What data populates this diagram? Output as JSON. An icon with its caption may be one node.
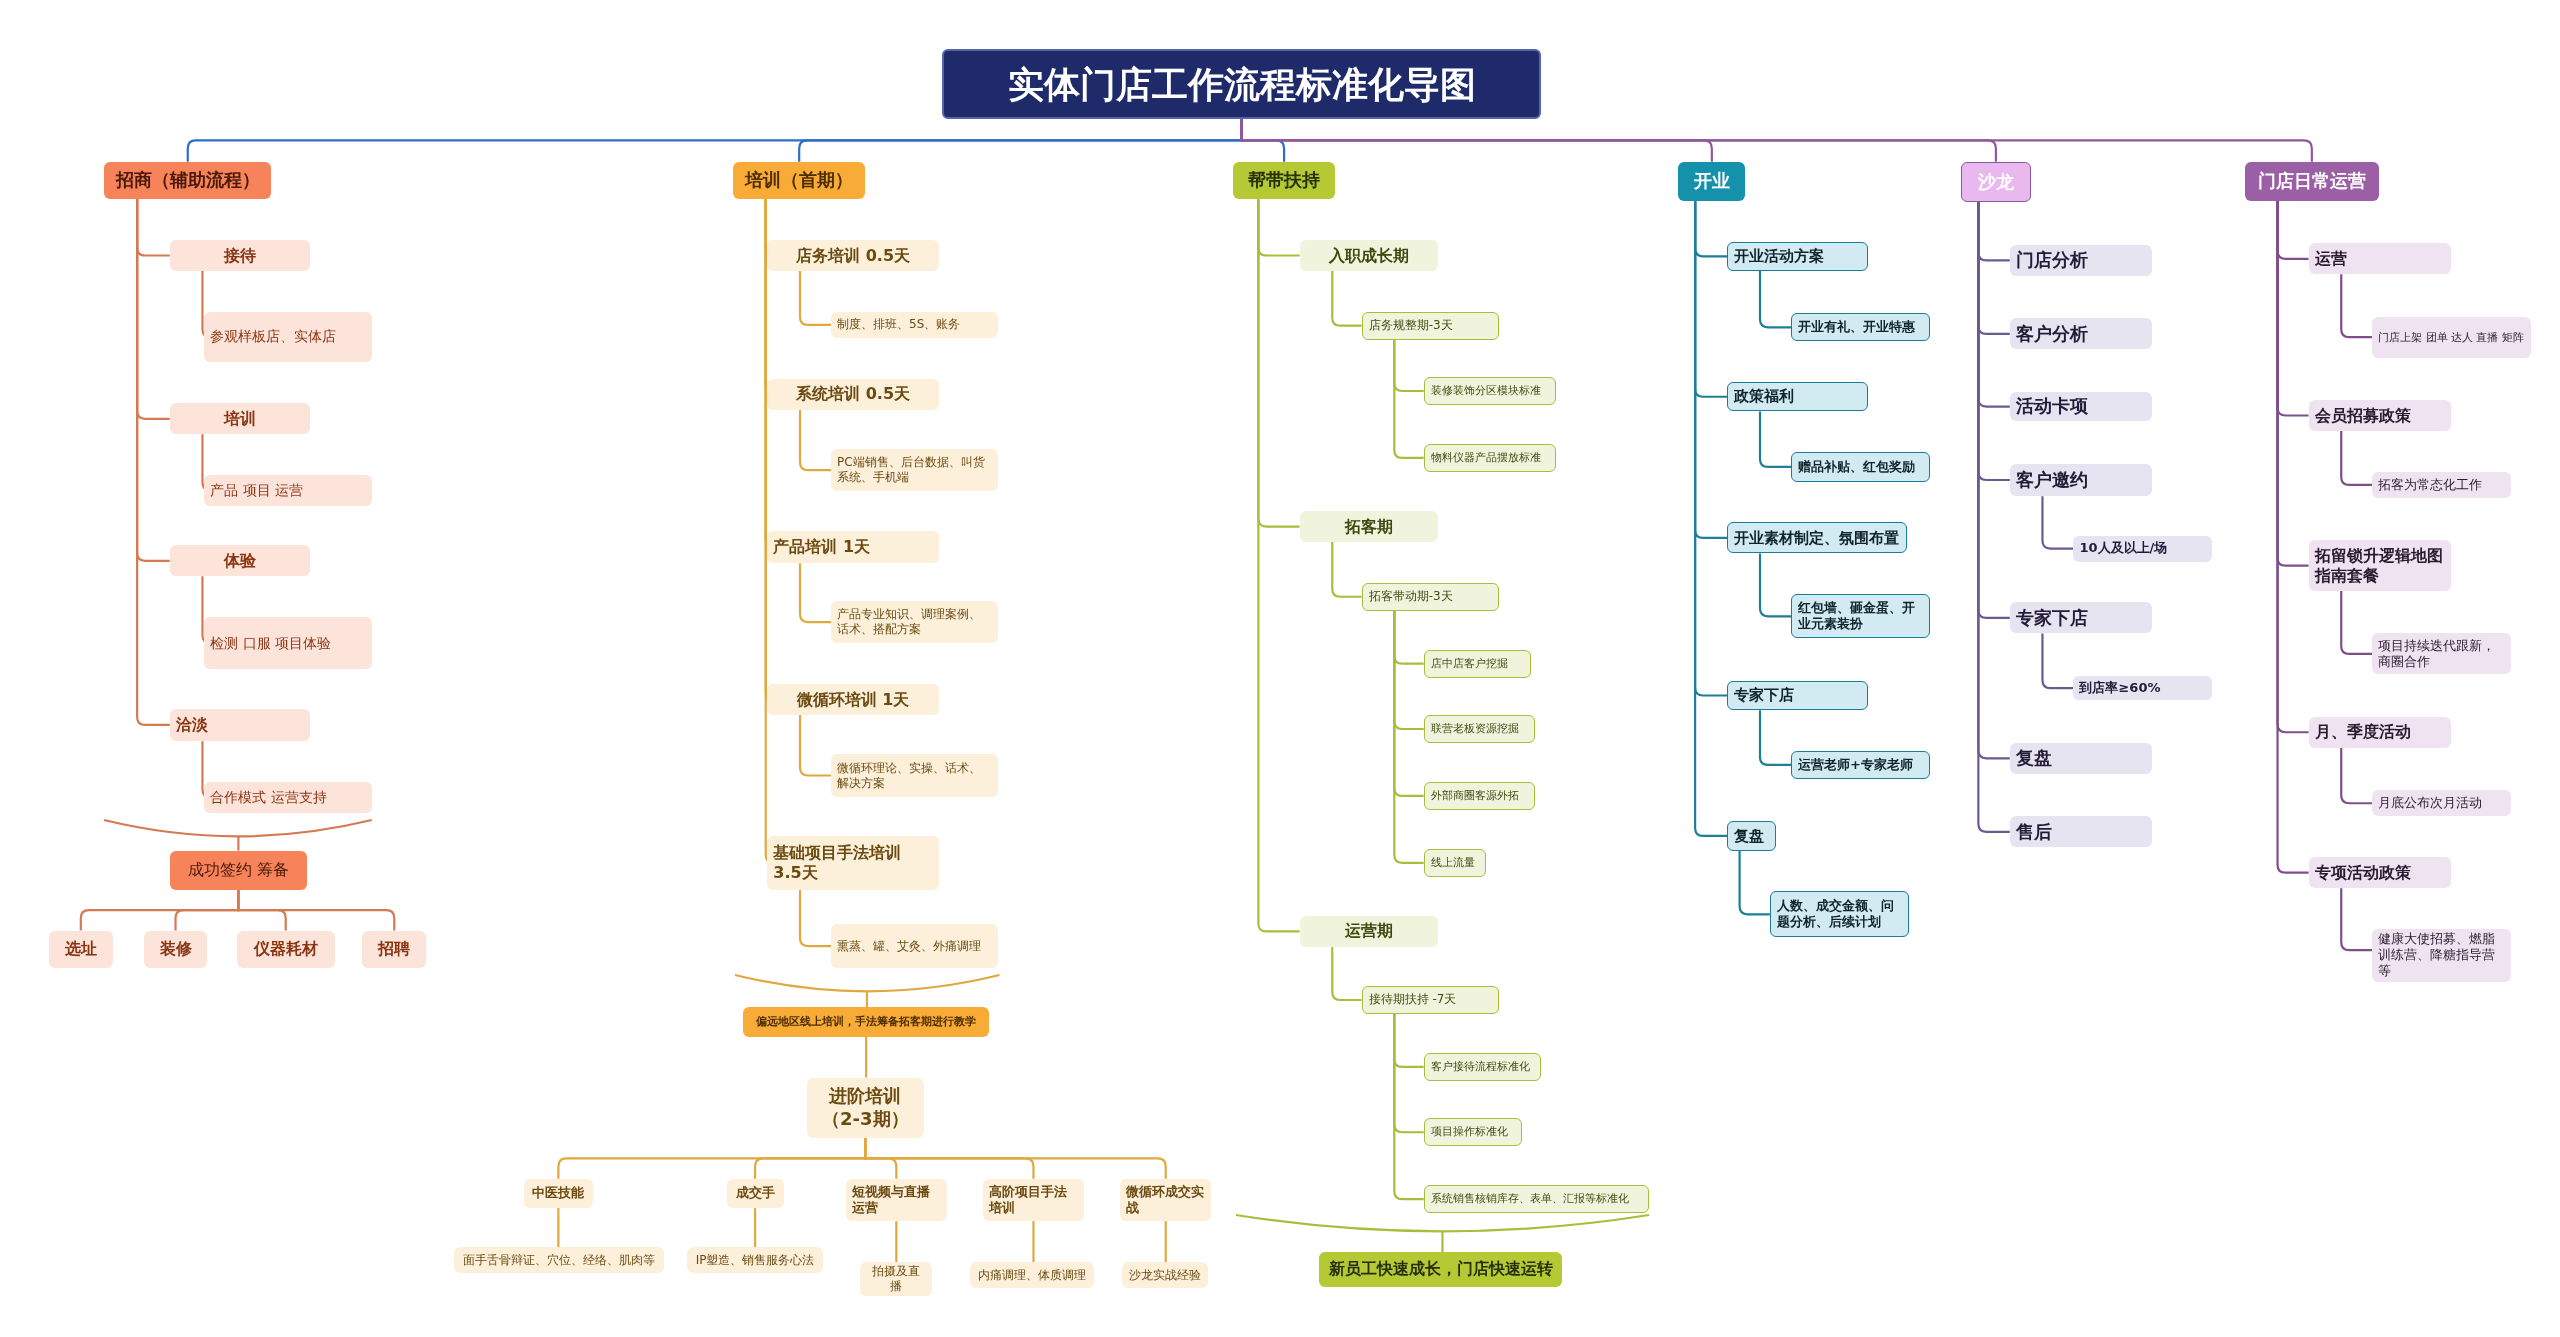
{
  "diagram": {
    "nodes": [
      {
        "text": [
          "实体门店工作流程标准化导图"
        ]
      },
      {
        "text": [
          "招商（辅助流程）"
        ]
      },
      {
        "text": [
          "接待"
        ]
      },
      {
        "text": [
          "参观样板店、实体店"
        ]
      },
      {
        "text": [
          "培训"
        ]
      },
      {
        "text": [
          "产品 项目 运营"
        ]
      },
      {
        "text": [
          "体验"
        ]
      },
      {
        "text": [
          "检测 口服 项目体验"
        ]
      },
      {
        "text": [
          "洽淡"
        ]
      },
      {
        "text": [
          "合作模式 运营支持"
        ]
      },
      {
        "text": [],
        "shape": "brace"
      },
      {
        "text": [
          "成功签约 筹备"
        ]
      },
      {
        "text": [
          "选址"
        ]
      },
      {
        "text": [
          "装修"
        ]
      },
      {
        "text": [
          "仪器耗材"
        ]
      },
      {
        "text": [
          "招聘"
        ]
      },
      {
        "text": [
          "培训（首期）"
        ]
      },
      {
        "text": [
          "店务培训 0.5天"
        ]
      },
      {
        "text": [
          "制度、排班、5S、账务"
        ]
      },
      {
        "text": [
          "系统培训 0.5天"
        ]
      },
      {
        "text": [
          "PC端销售、后台数据、叫货系统、手机端"
        ]
      },
      {
        "text": [
          "产品培训 1天"
        ]
      },
      {
        "text": [
          "产品专业知识、调理案例、话术、搭配方案"
        ]
      },
      {
        "text": [
          "微循环培训 1天"
        ]
      },
      {
        "text": [
          "微循环理论、实操、话术、解决方案"
        ]
      },
      {
        "text": [
          "基础项目手法培训 3.5天"
        ]
      },
      {
        "text": [
          "熏蒸、罐、艾灸、外痛调理"
        ]
      },
      {
        "text": [],
        "shape": "brace"
      },
      {
        "text": [
          "偏远地区线上培训，手法筹备拓客期进行教学"
        ]
      },
      {
        "text": [
          "进阶培训（2-3期）"
        ]
      },
      {
        "text": [
          "中医技能"
        ]
      },
      {
        "text": [
          "面手舌骨辩证、穴位、经络、肌肉等"
        ]
      },
      {
        "text": [
          "成交手"
        ]
      },
      {
        "text": [
          "IP塑造、销售服务心法"
        ]
      },
      {
        "text": [
          "短视频与直播运营"
        ]
      },
      {
        "text": [
          "拍摄及直播"
        ]
      },
      {
        "text": [
          "高阶项目手法培训"
        ]
      },
      {
        "text": [
          "内痛调理、体质调理"
        ]
      },
      {
        "text": [
          "微循环成交实战"
        ]
      },
      {
        "text": [
          "沙龙实战经验"
        ]
      },
      {
        "text": [
          "帮带扶持"
        ]
      },
      {
        "text": [
          "入职成长期"
        ]
      },
      {
        "text": [
          "店务规整期-3天"
        ]
      },
      {
        "text": [
          "装修装饰分区模块标准"
        ]
      },
      {
        "text": [
          "物料仪器产品摆放标准"
        ]
      },
      {
        "text": [
          "拓客期"
        ]
      },
      {
        "text": [
          "拓客带动期-3天"
        ]
      },
      {
        "text": [
          "店中店客户挖掘"
        ]
      },
      {
        "text": [
          "联营老板资源挖掘"
        ]
      },
      {
        "text": [
          "外部商圈客源外拓"
        ]
      },
      {
        "text": [
          "线上流量"
        ]
      },
      {
        "text": [
          "运营期"
        ]
      },
      {
        "text": [
          "接待期扶持 -7天"
        ]
      },
      {
        "text": [
          "客户接待流程标准化"
        ]
      },
      {
        "text": [
          "项目操作标准化"
        ]
      },
      {
        "text": [
          "系统销售核销库存、表单、汇报等标准化"
        ]
      },
      {
        "text": [],
        "shape": "brace"
      },
      {
        "text": [
          "新员工快速成长，门店快速运转"
        ]
      },
      {
        "text": [
          "开业"
        ]
      },
      {
        "text": [
          "开业活动方案"
        ]
      },
      {
        "text": [
          "开业有礼、开业特惠"
        ]
      },
      {
        "text": [
          "政策福利"
        ]
      },
      {
        "text": [
          "赠品补贴、红包奖励"
        ]
      },
      {
        "text": [
          "开业素材制定、氛围布置"
        ]
      },
      {
        "text": [
          "红包墙、砸金蛋、开业元素装扮"
        ]
      },
      {
        "text": [
          "专家下店"
        ]
      },
      {
        "text": [
          "运营老师+专家老师"
        ]
      },
      {
        "text": [
          "复盘"
        ]
      },
      {
        "text": [
          "人数、成交金额、问题分析、后续计划"
        ]
      },
      {
        "text": [
          "沙龙"
        ]
      },
      {
        "text": [
          "门店分析"
        ]
      },
      {
        "text": [
          "客户分析"
        ]
      },
      {
        "text": [
          "活动卡项"
        ]
      },
      {
        "text": [
          "客户邀约"
        ]
      },
      {
        "text": [
          "10人及以上/场"
        ]
      },
      {
        "text": [
          "专家下店"
        ]
      },
      {
        "text": [
          "到店率≥60%"
        ]
      },
      {
        "text": [
          "复盘"
        ]
      },
      {
        "text": [
          "售后"
        ]
      },
      {
        "text": [
          "门店日常运营"
        ]
      },
      {
        "text": [
          "运营"
        ]
      },
      {
        "text": [
          "门店上架 团单 达人 直播 矩阵"
        ]
      },
      {
        "text": [
          "会员招募政策"
        ]
      },
      {
        "text": [
          "拓客为常态化工作"
        ]
      },
      {
        "text": [
          "拓留锁升逻辑地图指南套餐"
        ]
      },
      {
        "text": [
          "项目持续迭代跟新，商圈合作"
        ]
      },
      {
        "text": [
          "月、季度活动"
        ]
      },
      {
        "text": [
          "月底公布次月活动"
        ]
      },
      {
        "text": [
          "专项活动政策"
        ]
      },
      {
        "text": [
          "健康大使招募、燃脂训练营、降糖指导营等"
        ]
      }
    ],
    "edges": [
      {
        "from": 0,
        "to": 1,
        "arrow": "none",
        "color": "#2f6ec4"
      },
      {
        "from": 0,
        "to": 16,
        "arrow": "none",
        "color": "#2f6ec4"
      },
      {
        "from": 0,
        "to": 40,
        "arrow": "none",
        "color": "#2f6ec4"
      },
      {
        "from": 0,
        "to": 58,
        "arrow": "none",
        "color": "#8e5a9b"
      },
      {
        "from": 0,
        "to": 69,
        "arrow": "none",
        "color": "#8e5a9b"
      },
      {
        "from": 0,
        "to": 79,
        "arrow": "none",
        "color": "#8e5a9b"
      },
      {
        "from": 1,
        "to": 2,
        "arrow": "none",
        "color": "#d47a52"
      },
      {
        "from": 2,
        "to": 3,
        "arrow": "none",
        "color": "#d47a52"
      },
      {
        "from": 1,
        "to": 4,
        "arrow": "none",
        "color": "#d47a52"
      },
      {
        "from": 4,
        "to": 5,
        "arrow": "none",
        "color": "#d47a52"
      },
      {
        "from": 1,
        "to": 6,
        "arrow": "none",
        "color": "#d47a52"
      },
      {
        "from": 6,
        "to": 7,
        "arrow": "none",
        "color": "#d47a52"
      },
      {
        "from": 1,
        "to": 8,
        "arrow": "none",
        "color": "#d47a52"
      },
      {
        "from": 8,
        "to": 9,
        "arrow": "none",
        "color": "#d47a52"
      },
      {
        "from": 10,
        "to": 11,
        "arrow": "none",
        "color": "#d47a52"
      },
      {
        "from": 11,
        "to": 12,
        "arrow": "none",
        "color": "#d47a52"
      },
      {
        "from": 11,
        "to": 13,
        "arrow": "none",
        "color": "#d47a52"
      },
      {
        "from": 11,
        "to": 14,
        "arrow": "none",
        "color": "#d47a52"
      },
      {
        "from": 11,
        "to": 15,
        "arrow": "none",
        "color": "#d47a52"
      },
      {
        "from": 16,
        "to": 17,
        "arrow": "none",
        "color": "#e0a83e"
      },
      {
        "from": 17,
        "to": 18,
        "arrow": "none",
        "color": "#e0a83e"
      },
      {
        "from": 16,
        "to": 19,
        "arrow": "none",
        "color": "#e0a83e"
      },
      {
        "from": 19,
        "to": 20,
        "arrow": "none",
        "color": "#e0a83e"
      },
      {
        "from": 16,
        "to": 21,
        "arrow": "none",
        "color": "#e0a83e"
      },
      {
        "from": 21,
        "to": 22,
        "arrow": "none",
        "color": "#e0a83e"
      },
      {
        "from": 16,
        "to": 23,
        "arrow": "none",
        "color": "#e0a83e"
      },
      {
        "from": 23,
        "to": 24,
        "arrow": "none",
        "color": "#e0a83e"
      },
      {
        "from": 16,
        "to": 25,
        "arrow": "none",
        "color": "#e0a83e"
      },
      {
        "from": 25,
        "to": 26,
        "arrow": "none",
        "color": "#e0a83e"
      },
      {
        "from": 27,
        "to": 28,
        "arrow": "none",
        "color": "#e0a83e"
      },
      {
        "from": 28,
        "to": 29,
        "arrow": "none",
        "color": "#e0a83e"
      },
      {
        "from": 29,
        "to": 30,
        "arrow": "none",
        "color": "#e0a83e"
      },
      {
        "from": 30,
        "to": 31,
        "arrow": "none",
        "color": "#e0a83e"
      },
      {
        "from": 29,
        "to": 32,
        "arrow": "none",
        "color": "#e0a83e"
      },
      {
        "from": 32,
        "to": 33,
        "arrow": "none",
        "color": "#e0a83e"
      },
      {
        "from": 29,
        "to": 34,
        "arrow": "none",
        "color": "#e0a83e"
      },
      {
        "from": 34,
        "to": 35,
        "arrow": "none",
        "color": "#e0a83e"
      },
      {
        "from": 29,
        "to": 36,
        "arrow": "none",
        "color": "#e0a83e"
      },
      {
        "from": 36,
        "to": 37,
        "arrow": "none",
        "color": "#e0a83e"
      },
      {
        "from": 29,
        "to": 38,
        "arrow": "none",
        "color": "#e0a83e"
      },
      {
        "from": 38,
        "to": 39,
        "arrow": "none",
        "color": "#e0a83e"
      },
      {
        "from": 40,
        "to": 41,
        "arrow": "none",
        "color": "#a6be3c"
      },
      {
        "from": 41,
        "to": 42,
        "arrow": "none",
        "color": "#a6be3c"
      },
      {
        "from": 42,
        "to": 43,
        "arrow": "none",
        "color": "#a6be3c"
      },
      {
        "from": 42,
        "to": 44,
        "arrow": "none",
        "color": "#a6be3c"
      },
      {
        "from": 40,
        "to": 45,
        "arrow": "none",
        "color": "#a6be3c"
      },
      {
        "from": 45,
        "to": 46,
        "arrow": "none",
        "color": "#a6be3c"
      },
      {
        "from": 46,
        "to": 47,
        "arrow": "none",
        "color": "#a6be3c"
      },
      {
        "from": 46,
        "to": 48,
        "arrow": "none",
        "color": "#a6be3c"
      },
      {
        "from": 46,
        "to": 49,
        "arrow": "none",
        "color": "#a6be3c"
      },
      {
        "from": 46,
        "to": 50,
        "arrow": "none",
        "color": "#a6be3c"
      },
      {
        "from": 40,
        "to": 51,
        "arrow": "none",
        "color": "#a6be3c"
      },
      {
        "from": 51,
        "to": 52,
        "arrow": "none",
        "color": "#a6be3c"
      },
      {
        "from": 52,
        "to": 53,
        "arrow": "none",
        "color": "#a6be3c"
      },
      {
        "from": 52,
        "to": 54,
        "arrow": "none",
        "color": "#a6be3c"
      },
      {
        "from": 52,
        "to": 55,
        "arrow": "none",
        "color": "#a6be3c"
      },
      {
        "from": 56,
        "to": 57,
        "arrow": "none",
        "color": "#a6be3c"
      },
      {
        "from": 58,
        "to": 59,
        "arrow": "none",
        "color": "#1e7f96"
      },
      {
        "from": 59,
        "to": 60,
        "arrow": "none",
        "color": "#1e7f96"
      },
      {
        "from": 58,
        "to": 61,
        "arrow": "none",
        "color": "#1e7f96"
      },
      {
        "from": 61,
        "to": 62,
        "arrow": "none",
        "color": "#1e7f96"
      },
      {
        "from": 58,
        "to": 63,
        "arrow": "none",
        "color": "#1e7f96"
      },
      {
        "from": 63,
        "to": 64,
        "arrow": "none",
        "color": "#1e7f96"
      },
      {
        "from": 58,
        "to": 65,
        "arrow": "none",
        "color": "#1e7f96"
      },
      {
        "from": 65,
        "to": 66,
        "arrow": "none",
        "color": "#1e7f96"
      },
      {
        "from": 58,
        "to": 67,
        "arrow": "none",
        "color": "#1e7f96"
      },
      {
        "from": 67,
        "to": 68,
        "arrow": "none",
        "color": "#1e7f96"
      },
      {
        "from": 69,
        "to": 70,
        "arrow": "none",
        "color": "#6c5a8f"
      },
      {
        "from": 69,
        "to": 71,
        "arrow": "none",
        "color": "#6c5a8f"
      },
      {
        "from": 69,
        "to": 72,
        "arrow": "none",
        "color": "#6c5a8f"
      },
      {
        "from": 69,
        "to": 73,
        "arrow": "none",
        "color": "#6c5a8f"
      },
      {
        "from": 73,
        "to": 74,
        "arrow": "none",
        "color": "#6c5a8f"
      },
      {
        "from": 69,
        "to": 75,
        "arrow": "none",
        "color": "#6c5a8f"
      },
      {
        "from": 75,
        "to": 76,
        "arrow": "none",
        "color": "#6c5a8f"
      },
      {
        "from": 69,
        "to": 77,
        "arrow": "none",
        "color": "#6c5a8f"
      },
      {
        "from": 69,
        "to": 78,
        "arrow": "none",
        "color": "#6c5a8f"
      },
      {
        "from": 79,
        "to": 80,
        "arrow": "none",
        "color": "#7f4f8a"
      },
      {
        "from": 80,
        "to": 81,
        "arrow": "none",
        "color": "#7f4f8a"
      },
      {
        "from": 79,
        "to": 82,
        "arrow": "none",
        "color": "#7f4f8a"
      },
      {
        "from": 82,
        "to": 83,
        "arrow": "none",
        "color": "#7f4f8a"
      },
      {
        "from": 79,
        "to": 84,
        "arrow": "none",
        "color": "#7f4f8a"
      },
      {
        "from": 84,
        "to": 85,
        "arrow": "none",
        "color": "#7f4f8a"
      },
      {
        "from": 79,
        "to": 86,
        "arrow": "none",
        "color": "#7f4f8a"
      },
      {
        "from": 86,
        "to": 87,
        "arrow": "none",
        "color": "#7f4f8a"
      },
      {
        "from": 79,
        "to": 88,
        "arrow": "none",
        "color": "#7f4f8a"
      },
      {
        "from": 88,
        "to": 89,
        "arrow": "none",
        "color": "#7f4f8a"
      }
    ]
  }
}
